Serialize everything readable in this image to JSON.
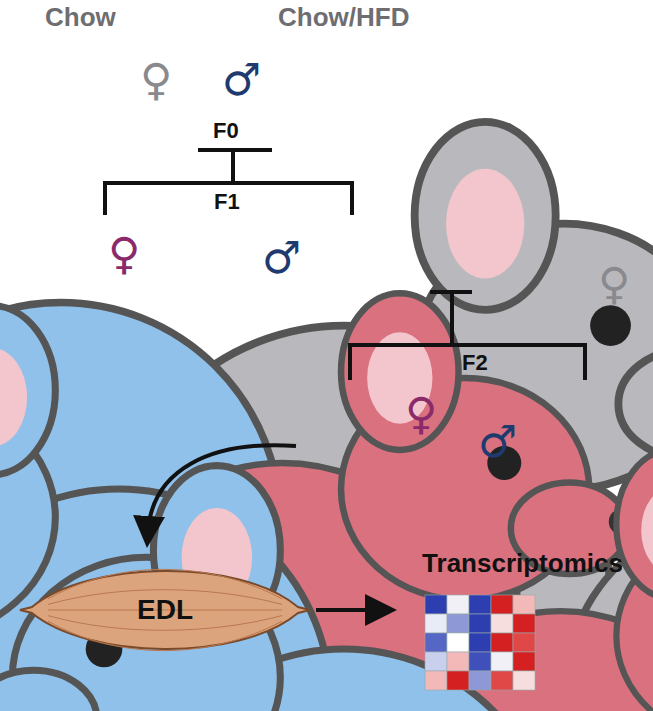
{
  "diagram": {
    "nodes": [
      {
        "text": [
          "EDL"
        ]
      },
      {
        "text": [
          "Transcriptomics"
        ]
      }
    ],
    "edges": [
      {
        "from": 0,
        "to": 1,
        "arrow": "to"
      }
    ],
    "labels": [
      "Chow",
      "Chow/HFD",
      "♀",
      "♂",
      "F0",
      "F1",
      "♀",
      "♂",
      "♀",
      "F2",
      "♀",
      "♂"
    ]
  }
}
